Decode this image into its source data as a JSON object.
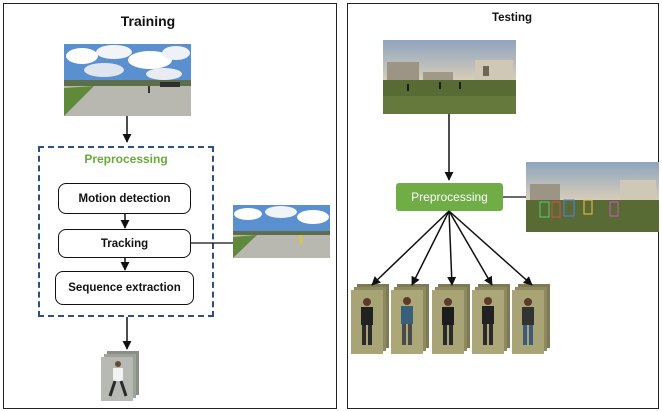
{
  "training": {
    "title": "Training",
    "preprocessing_label": "Preprocessing",
    "steps": [
      "Motion detection",
      "Tracking",
      "Sequence extraction"
    ]
  },
  "testing": {
    "title": "Testing",
    "preprocessing_label": "Preprocessing"
  },
  "colors": {
    "dashed_border": "#2d4f86",
    "preprocessing_text": "#6aaa3a",
    "preprocessing_button": "#70ad47",
    "arrow": "#111111"
  }
}
